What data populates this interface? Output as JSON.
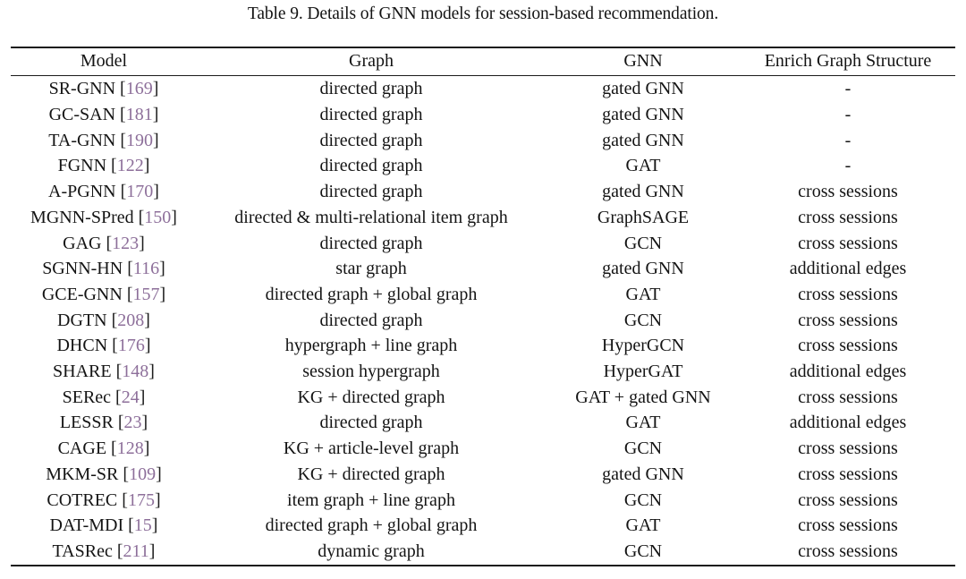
{
  "caption": {
    "label": "Table 9.",
    "text": "Details of GNN models for session-based recommendation.",
    "full": "Table 9.  Details of GNN models for session-based recommendation."
  },
  "colors": {
    "citation": "#8d6f9a",
    "text": "#141414",
    "rule": "#1a1a1a",
    "background": "#ffffff"
  },
  "table": {
    "columns": [
      {
        "key": "model",
        "label": "Model"
      },
      {
        "key": "graph",
        "label": "Graph"
      },
      {
        "key": "gnn",
        "label": "GNN"
      },
      {
        "key": "enrich",
        "label": "Enrich Graph Structure"
      }
    ],
    "rows": [
      {
        "model": "SR-GNN",
        "cite": "169",
        "graph": "directed graph",
        "gnn": "gated GNN",
        "enrich": "-"
      },
      {
        "model": "GC-SAN",
        "cite": "181",
        "graph": "directed graph",
        "gnn": "gated GNN",
        "enrich": "-"
      },
      {
        "model": "TA-GNN",
        "cite": "190",
        "graph": "directed graph",
        "gnn": "gated GNN",
        "enrich": "-"
      },
      {
        "model": "FGNN",
        "cite": "122",
        "graph": "directed graph",
        "gnn": "GAT",
        "enrich": "-"
      },
      {
        "model": "A-PGNN",
        "cite": "170",
        "graph": "directed graph",
        "gnn": "gated GNN",
        "enrich": "cross sessions"
      },
      {
        "model": "MGNN-SPred",
        "cite": "150",
        "graph": "directed & multi-relational item graph",
        "gnn": "GraphSAGE",
        "enrich": "cross sessions"
      },
      {
        "model": "GAG",
        "cite": "123",
        "graph": "directed graph",
        "gnn": "GCN",
        "enrich": "cross sessions"
      },
      {
        "model": "SGNN-HN",
        "cite": "116",
        "graph": "star graph",
        "gnn": "gated GNN",
        "enrich": "additional edges"
      },
      {
        "model": "GCE-GNN",
        "cite": "157",
        "graph": "directed graph + global graph",
        "gnn": "GAT",
        "enrich": "cross sessions"
      },
      {
        "model": "DGTN",
        "cite": "208",
        "graph": "directed graph",
        "gnn": "GCN",
        "enrich": "cross sessions"
      },
      {
        "model": "DHCN",
        "cite": "176",
        "graph": "hypergraph + line graph",
        "gnn": "HyperGCN",
        "enrich": "cross sessions"
      },
      {
        "model": "SHARE",
        "cite": "148",
        "graph": "session hypergraph",
        "gnn": "HyperGAT",
        "enrich": "additional edges"
      },
      {
        "model": "SERec",
        "cite": "24",
        "graph": "KG + directed graph",
        "gnn": "GAT + gated GNN",
        "enrich": "cross sessions"
      },
      {
        "model": "LESSR",
        "cite": "23",
        "graph": "directed graph",
        "gnn": "GAT",
        "enrich": "additional edges"
      },
      {
        "model": "CAGE",
        "cite": "128",
        "graph": "KG + article-level graph",
        "gnn": "GCN",
        "enrich": "cross sessions"
      },
      {
        "model": "MKM-SR",
        "cite": "109",
        "graph": "KG + directed graph",
        "gnn": "gated GNN",
        "enrich": "cross sessions"
      },
      {
        "model": "COTREC",
        "cite": "175",
        "graph": "item graph + line graph",
        "gnn": "GCN",
        "enrich": "cross sessions"
      },
      {
        "model": "DAT-MDI",
        "cite": "15",
        "graph": "directed graph + global graph",
        "gnn": "GAT",
        "enrich": "cross sessions"
      },
      {
        "model": "TASRec",
        "cite": "211",
        "graph": "dynamic graph",
        "gnn": "GCN",
        "enrich": "cross sessions"
      }
    ]
  }
}
